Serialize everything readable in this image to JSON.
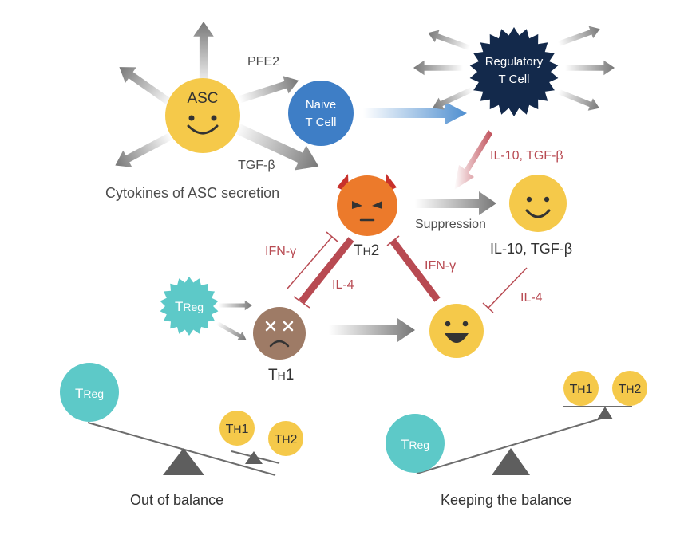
{
  "colors": {
    "yellow": "#f5c94a",
    "blue": "#3e7ec6",
    "navy": "#13294b",
    "orange": "#ec7a2b",
    "brown": "#9e7b66",
    "teal": "#5dc9c8",
    "red": "#b84a52",
    "gray_arrow": "#8c8c8c",
    "blue_arrow": "#5b9bd5"
  },
  "asc": {
    "label": "ASC",
    "arrow_label_top": "PFE2",
    "arrow_label_bottom": "TGF-β",
    "caption": "Cytokines of ASC secretion"
  },
  "naive": {
    "line1": "Naive",
    "line2": "T Cell"
  },
  "regulatory": {
    "line1": "Regulatory",
    "line2": "T Cell"
  },
  "th2": {
    "main": "T",
    "sub": "H",
    "num": "2"
  },
  "th1": {
    "main": "T",
    "sub": "H",
    "num": "1"
  },
  "treg": {
    "main": "T",
    "sub": "Reg"
  },
  "edges": {
    "reg_to_th2": "IL-10, TGF-β",
    "suppression": "Suppression",
    "happy_caption": "IL-10, TGF-β",
    "th2_ifn": "IFN-γ",
    "th1_il4": "IL-4",
    "happy_ifn": "IFN-γ",
    "happy_il4": "IL-4"
  },
  "balance_left": {
    "caption": "Out of balance",
    "treg": {
      "main": "T",
      "sub": "Reg"
    },
    "th1": {
      "main": "T",
      "sub": "H",
      "num": "1"
    },
    "th2": {
      "main": "T",
      "sub": "H",
      "num": "2"
    }
  },
  "balance_right": {
    "caption": "Keeping the balance",
    "treg": {
      "main": "T",
      "sub": "Reg"
    },
    "th1": {
      "main": "T",
      "sub": "H",
      "num": "1"
    },
    "th2": {
      "main": "T",
      "sub": "H",
      "num": "2"
    }
  }
}
